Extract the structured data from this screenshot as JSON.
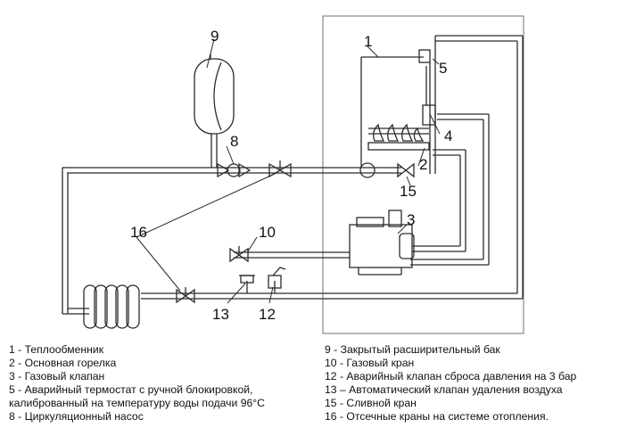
{
  "callouts": {
    "n1": "1",
    "n2": "2",
    "n3": "3",
    "n4": "4",
    "n5": "5",
    "n8": "8",
    "n9": "9",
    "n10": "10",
    "n12": "12",
    "n13": "13",
    "n15": "15",
    "n16": "16"
  },
  "legend_left": [
    "1 -  Теплообменник",
    "2 -  Основная горелка",
    "3 -  Газовый клапан",
    "5 - Аварийный термостат с ручной блокировкой,",
    "калиброванный на температуру воды подачи 96°С",
    "8 -  Циркуляционный насос"
  ],
  "legend_right": [
    "9 -  Закрытый расширительный бак",
    "10 -  Газовый кран",
    "12 - Аварийный клапан сброса давления на 3 бар",
    "13 – Автоматический клапан удаления воздуха",
    "15 -  Сливной кран",
    "16 -  Отсечные краны на системе отопления."
  ],
  "colors": {
    "line": "#2b2b2b",
    "frame": "#6f6f6f"
  }
}
